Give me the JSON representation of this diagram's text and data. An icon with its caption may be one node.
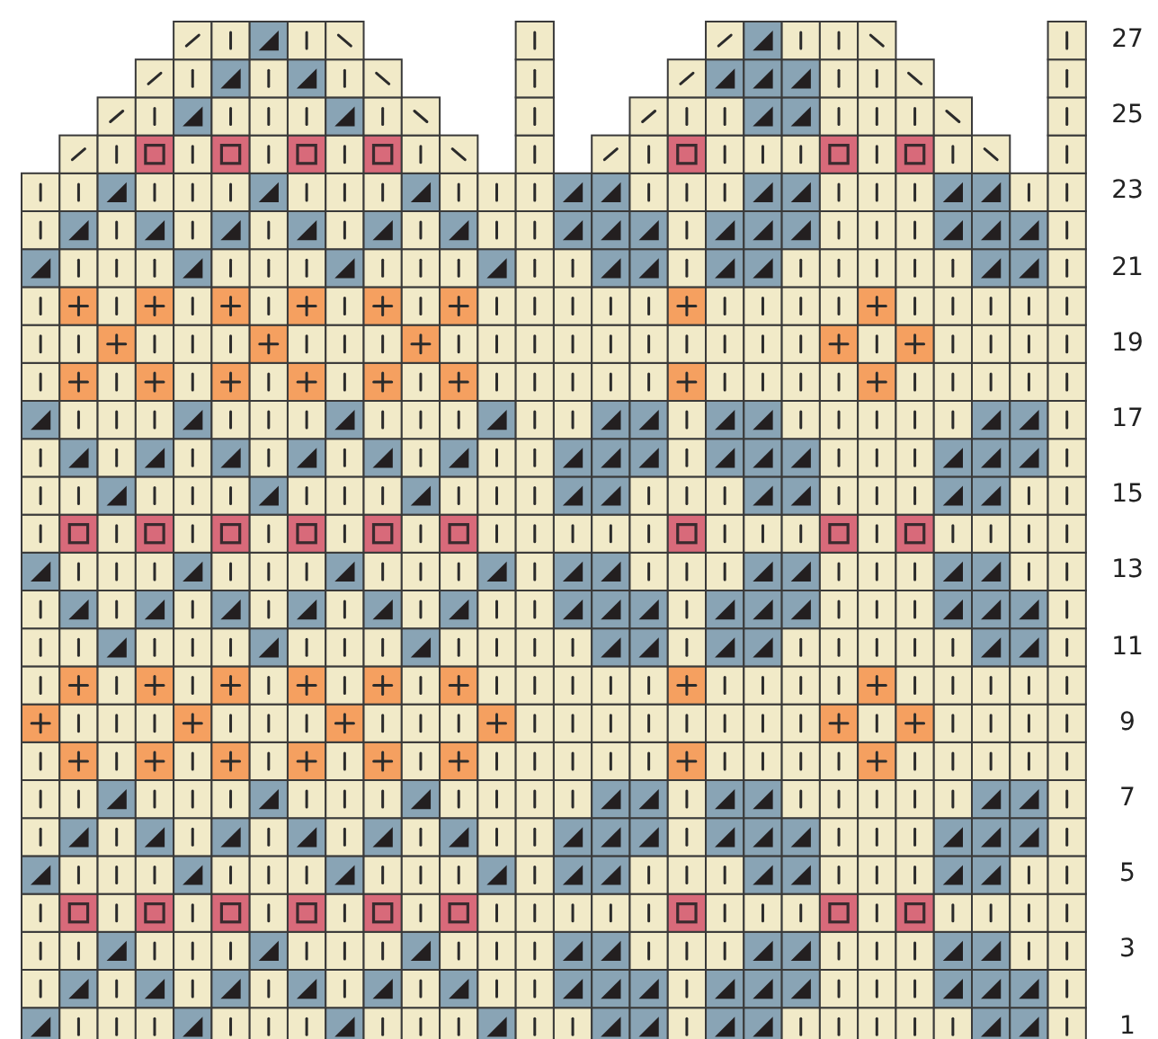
{
  "diagram": {
    "labels": [
      "27",
      "25",
      "23",
      "21",
      "19",
      "17",
      "15",
      "13",
      "11",
      "9",
      "7",
      "5",
      "3",
      "1"
    ]
  }
}
